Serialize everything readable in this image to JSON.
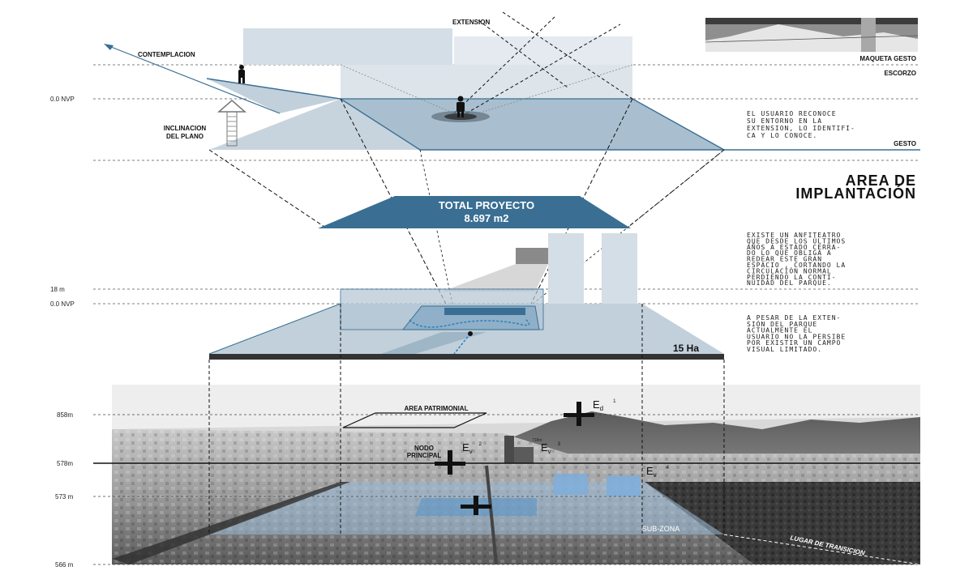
{
  "labels": {
    "extension": "EXTENSION",
    "contemplacion": "CONTEMPLACION",
    "maqueta_gesto": "MAQUETA GESTO",
    "escorzo": "ESCORZO",
    "gesto": "GESTO",
    "inclinacion_1": "INCLINACION",
    "inclinacion_2": "DEL PLANO",
    "nvp_top": "0.0 NVP",
    "nvp_mid": "0.0 NVP",
    "lvl_18": "18 m",
    "area_title_1": "AREA DE",
    "area_title_2": "IMPLANTACIÓN",
    "total_1": "TOTAL PROYECTO",
    "total_2": "8.697 m2",
    "ha": "15 Ha",
    "area_patrimonial": "AREA PATRIMONIAL",
    "nodo_1": "NODO",
    "nodo_2": "PRINCIPAL",
    "sub_zona": "SUB-ZONA",
    "lugar": "LUGAR DE TRANSICION",
    "ev_main": "E",
    "ev1_sub": "d",
    "ev1_sup": "1",
    "ev2_sub": "v",
    "ev2_sup": "2",
    "ev3_sub": "v",
    "ev3_sup": "3",
    "ev3_small": "718m",
    "ev4_sub": "v",
    "ev4_sup": "4"
  },
  "levels": {
    "l858": "858m",
    "l578": "578m",
    "l573": "573 m",
    "l566": "566 m"
  },
  "notes": {
    "note1": [
      "EL USUARIO RECONOCE",
      "SU ENTORNO EN LA",
      "EXTENSION, LO IDENTIFI-",
      "CA Y LO CONOCE."
    ],
    "note2": [
      "EXISTE UN ANFITEATRO",
      "QUE DESDE LOS ÚLTIMOS",
      "AÑOS A ESTADO CERRA-",
      "DO LO QUE OBLIGA A",
      "REDEAR ESTE GRAN",
      "ESPACIO , CORTANDO LA",
      "CIRCULACIÓN NORMAL",
      "PERDIENDO LA CONTI-",
      "NUIDAD DEL PARQUE."
    ],
    "note3": [
      "A PESAR DE LA EXTEN-",
      "SIÓN DEL PARQUE",
      "ACTUALMENTE EL",
      "USUARIO NO LA PERSIBE",
      "POR EXISTIR UN CAMPO",
      "VISUAL LIMITADO."
    ]
  },
  "colors": {
    "blue_dark": "#3a6f93",
    "blue_light": "#a9bfcf",
    "blue_pale": "#d3dee6",
    "grey_photo": "#8a8a8a"
  }
}
